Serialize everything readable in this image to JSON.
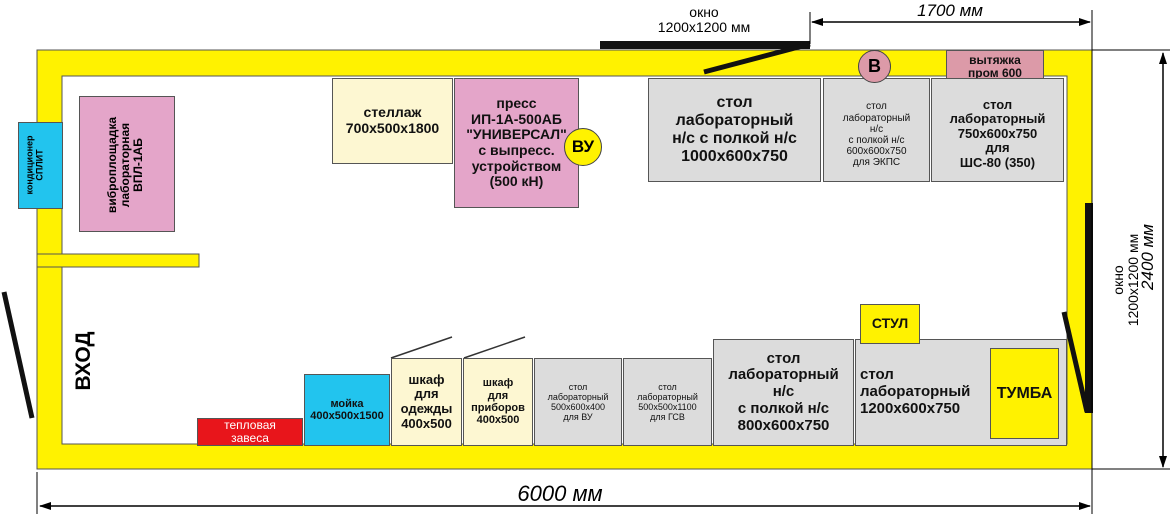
{
  "colors": {
    "wall": "#fff200",
    "equipment": "#dcdcdc",
    "shelf": "#fdf7d2",
    "press": "#e4a5c9",
    "hood": "#dc9aa8",
    "sink": "#22c4ee",
    "heat_curtain": "#e8151b",
    "window": "#000000"
  },
  "dimensions": {
    "width_total": "6000 мм",
    "width_partial": "1700 мм",
    "height_total": "2400 мм"
  },
  "windows": {
    "top": "окно\n1200x1200 мм",
    "right": "окно\n1200x1200 мм"
  },
  "entrance": "ВХОД",
  "markers": {
    "vu": "ВУ",
    "v": "В"
  },
  "equipment": {
    "conditioner": "кондиционер\nСПЛИТ",
    "vibro": "виброплощадка\nлабораторная\nВПЛ-1АБ",
    "rack": "стеллаж\n700x500x1800",
    "press": "пресс\nИП-1А-500АБ\n\"УНИВЕРСАЛ\"\nс выпресс.\nустройством\n(500 кН)",
    "table_1000": "стол\nлабораторный\nн/с с полкой н/с\n1000x600x750",
    "table_ekps": "стол\nлабораторный\nн/с\nс полкой н/с\n600x600x750\nдля ЭКПС",
    "hood": "вытяжка\nпром 600",
    "table_sh80": "стол\nлабораторный\n750x600x750\nдля\nШС-80 (350)",
    "heat_curtain": "тепловая\nзавеса",
    "sink": "мойка\n400x500x1500",
    "wardrobe_clothes": "шкаф\nдля\nодежды\n400x500",
    "wardrobe_devices": "шкаф\nдля\nприборов\n400x500",
    "table_vu": "стол\nлабораторный\n500x600x400\nдля ВУ",
    "table_gsv": "стол\nлабораторный\n500x500x1100\nдля ГСВ",
    "table_800": "стол\nлабораторный\nн/с\nс полкой н/с\n800x600x750",
    "chair": "СТУЛ",
    "table_1200": "стол\nлабораторный\n1200x600x750",
    "cabinet": "ТУМБА"
  }
}
